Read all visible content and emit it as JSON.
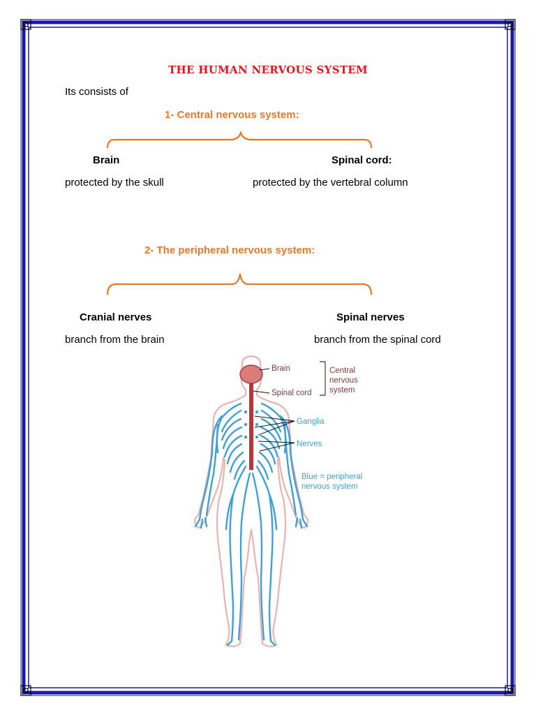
{
  "title": "THE HUMAN NERVOUS SYSTEM",
  "intro": "Its consists of",
  "central": {
    "heading": "1- Central nervous system:",
    "left": {
      "name": "Brain",
      "desc": "protected by the skull"
    },
    "right": {
      "name": "Spinal cord:",
      "desc": "protected by the vertebral column"
    }
  },
  "peripheral": {
    "heading": "2- The peripheral  nervous system:",
    "left": {
      "name": "Cranial nerves",
      "desc": "branch from the brain"
    },
    "right": {
      "name": "Spinal nerves",
      "desc": "branch from the spinal cord"
    }
  },
  "figure": {
    "labels": {
      "brain": "Brain",
      "spinal_cord": "Spinal cord",
      "cns_line1": "Central",
      "cns_line2": "nervous",
      "cns_line3": "system",
      "ganglia": "Ganglia",
      "nerves": "Nerves",
      "legend_line1": "Blue = peripheral",
      "legend_line2": "nervous system"
    }
  },
  "colors": {
    "border": "#1a1a9e",
    "title": "#e8141d",
    "heading": "#e8792a",
    "nerve": "#3da0d8",
    "cns": "#b5373a",
    "label_cns": "#7a3b3f",
    "label_pns": "#3da0d8"
  }
}
